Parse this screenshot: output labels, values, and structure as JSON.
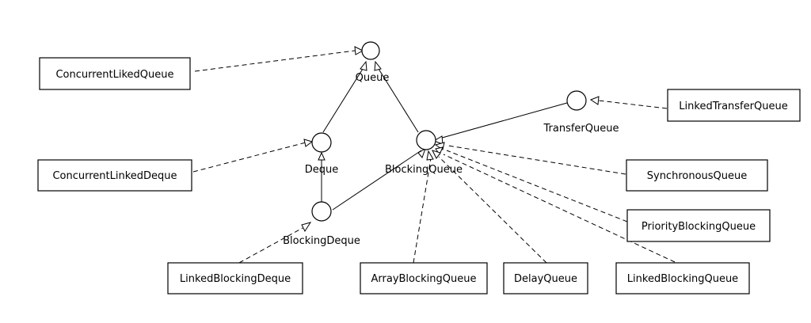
{
  "interfaces": {
    "queue": "Queue",
    "deque": "Deque",
    "blocking_queue": "BlockingQueue",
    "blocking_deque": "BlockingDeque",
    "transfer_queue": "TransferQueue"
  },
  "classes": {
    "concurrent_liked_queue": "ConcurrentLikedQueue",
    "concurrent_linked_deque": "ConcurrentLinkedDeque",
    "linked_transfer_queue": "LinkedTransferQueue",
    "synchronous_queue": "SynchronousQueue",
    "priority_blocking_queue": "PriorityBlockingQueue",
    "linked_blocking_deque": "LinkedBlockingDeque",
    "array_blocking_queue": "ArrayBlockingQueue",
    "delay_queue": "DelayQueue",
    "linked_blocking_queue": "LinkedBlockingQueue"
  }
}
